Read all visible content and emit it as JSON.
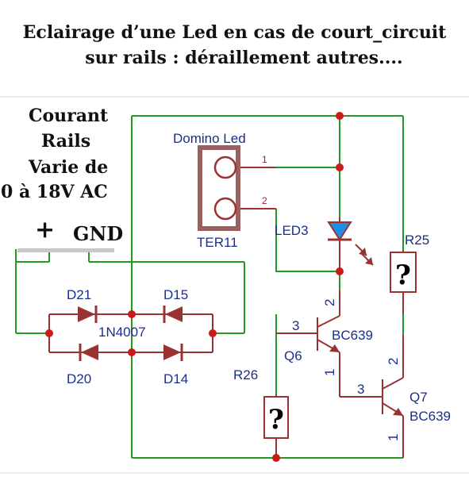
{
  "title": {
    "line1": "Eclairage d’une Led en cas de court_circuit",
    "line2": "sur rails : déraillement autres...."
  },
  "supply_note": {
    "line1": "Courant",
    "line2": "Rails",
    "line3": "Varie de",
    "line4": "0 à 18V AC",
    "plus": "+",
    "gnd": "GND"
  },
  "connector": {
    "name": "Domino Led",
    "ref": "TER11",
    "pin1": "1",
    "pin2": "2"
  },
  "bridge": {
    "d21": "D21",
    "d15": "D15",
    "d20": "D20",
    "d14": "D14",
    "part": "1N4007"
  },
  "led": {
    "ref": "LED3"
  },
  "resistors": {
    "r25": "R25",
    "r26": "R26",
    "unknown_value": "?"
  },
  "transistors": {
    "q6": {
      "ref": "Q6",
      "part": "BC639",
      "pin_base": "3",
      "pin_collector": "2",
      "pin_emitter": "1"
    },
    "q7": {
      "ref": "Q7",
      "part": "BC639",
      "pin_base": "3",
      "pin_collector": "2",
      "pin_emitter": "1"
    }
  },
  "colors": {
    "wire": "#1f9a1f",
    "component": "#9b3232",
    "junction": "#cc1a1a",
    "label": "#1a2f8c",
    "led_fill": "#1e8ee6"
  }
}
